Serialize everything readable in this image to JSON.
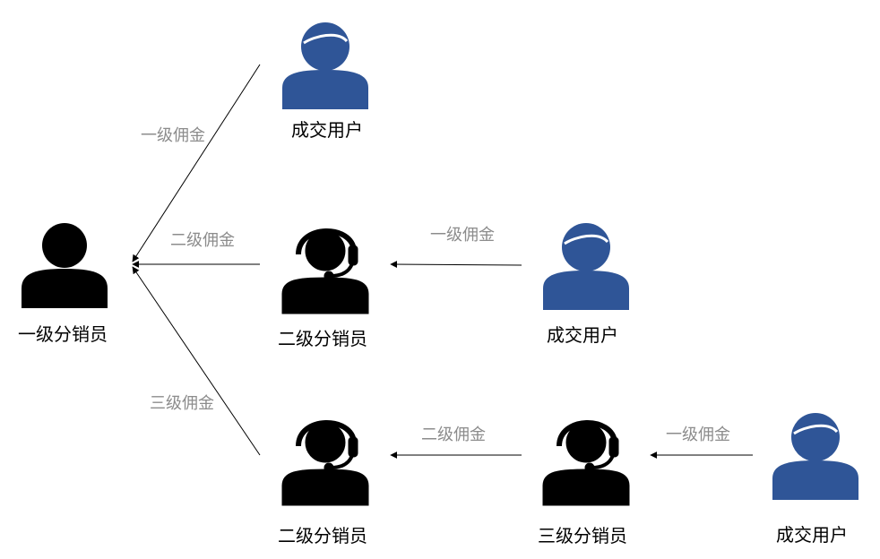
{
  "colors": {
    "user_fill": "#2f5597",
    "distributor_fill": "#000000",
    "edge_label": "#8c8c8c",
    "arrow": "#000000"
  },
  "icons": {
    "distributor_root": "person-icon",
    "distributor": "headset-person-icon",
    "user": "user-person-icon"
  },
  "nodes": {
    "root_distributor": "一级分销员",
    "user_top": "成交用户",
    "distributor2_mid": "二级分销员",
    "user_mid": "成交用户",
    "distributor2_bottom": "二级分销员",
    "distributor3_bottom": "三级分销员",
    "user_bottom": "成交用户"
  },
  "edges": {
    "top_to_root": "一级佣金",
    "mid_to_root": "二级佣金",
    "bottom_to_root": "三级佣金",
    "user_mid_to_distributor2": "一级佣金",
    "distributor3_to_distributor2": "二级佣金",
    "user_bottom_to_distributor3": "一级佣金"
  }
}
